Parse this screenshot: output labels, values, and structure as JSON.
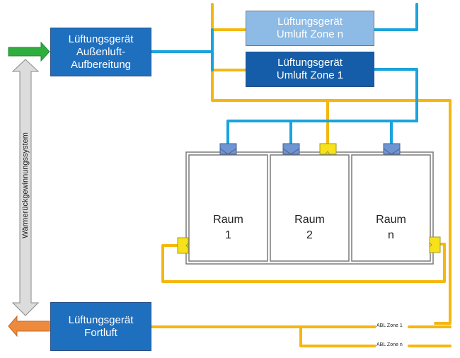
{
  "units": {
    "outdoor_air": [
      "Lüftungsgerät",
      "Außenluft-",
      "Aufbereitung"
    ],
    "recirc_zone_n": [
      "Lüftungsgerät",
      "Umluft Zone n"
    ],
    "recirc_zone_1": [
      "Lüftungsgerät",
      "Umluft Zone 1"
    ],
    "exhaust": [
      "Lüftungsgerät",
      "Fortluft"
    ]
  },
  "rooms": [
    {
      "name": "Raum",
      "id": "1"
    },
    {
      "name": "Raum",
      "id": "2"
    },
    {
      "name": "Raum",
      "id": "n"
    }
  ],
  "heat_recovery_label": "Wärmerückgewinnungssystem",
  "duct_labels": {
    "abl_zone_1": "ABL Zone 1",
    "abl_zone_n": "ABL Zone n"
  },
  "colors": {
    "supply_duct": "#1aa3dc",
    "extract_duct": "#f5b70f",
    "intake_arrow": "#2fae3f",
    "exhaust_arrow": "#ee8a3c",
    "unit_box": "#1f6fbf",
    "unit_box_light": "#8dbbe6"
  }
}
